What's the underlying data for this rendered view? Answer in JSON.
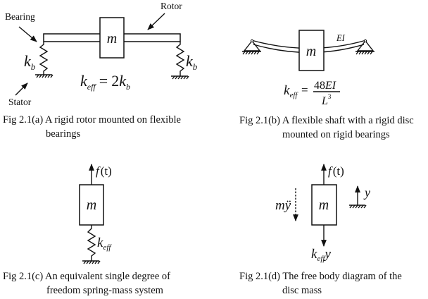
{
  "figures": {
    "a": {
      "caption_line1": "Fig 2.1(a) A rigid rotor mounted on flexible",
      "caption_line2": "bearings",
      "label_bearing": "Bearing",
      "label_rotor": "Rotor",
      "label_stator": "Stator",
      "mass_label": "m",
      "spring_left": {
        "k": "k",
        "sub": "b"
      },
      "spring_right": {
        "k": "k",
        "sub": "b"
      },
      "equation": {
        "lhs_k": "k",
        "lhs_sub": "eff",
        "equals": "=",
        "rhs_coef": "2",
        "rhs_k": "k",
        "rhs_sub": "b"
      }
    },
    "b": {
      "caption_line1": "Fig 2.1(b) A flexible shaft with a rigid disc",
      "caption_line2": "mounted on rigid bearings",
      "mass_label": "m",
      "beam_label": "EI",
      "equation": {
        "lhs_k": "k",
        "lhs_sub": "eff",
        "equals": "=",
        "numerator": "48EI",
        "numerator_coef": "48",
        "numerator_var": "EI",
        "denominator": "L",
        "denominator_exp": "3"
      }
    },
    "c": {
      "caption_line1": "Fig 2.1(c) An equivalent single degree of",
      "caption_line2": "freedom spring-mass system",
      "mass_label": "m",
      "force": {
        "f": "f",
        "arg": "(t)"
      },
      "spring": {
        "k": "k",
        "sub": "eff"
      }
    },
    "d": {
      "caption_line1": "Fig 2.1(d) The free body diagram of the",
      "caption_line2": "disc mass",
      "mass_label": "m",
      "force": {
        "f": "f",
        "arg": "(t)"
      },
      "inertia": {
        "m": "m",
        "y": "ÿ"
      },
      "spring_force": {
        "k": "k",
        "sub": "eff",
        "y": "y"
      },
      "coordinate": "y"
    }
  }
}
